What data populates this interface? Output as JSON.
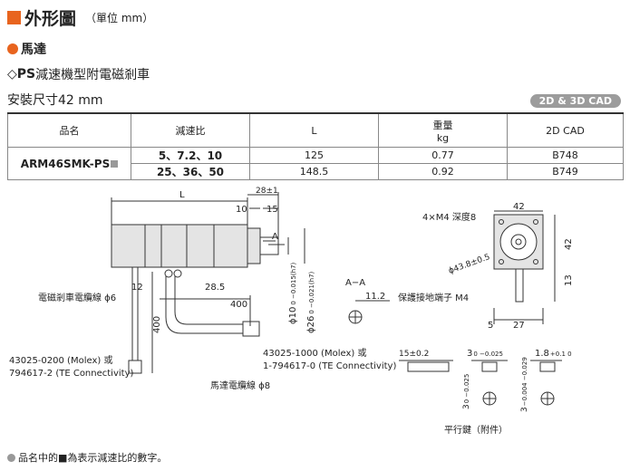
{
  "header": {
    "title": "外形圖",
    "unit": "（單位 mm）",
    "section": "馬達",
    "subsection_prefix": "◇",
    "subsection_bold": "PS",
    "subsection_rest": "減速機型附電磁剎車",
    "size": "安裝尺寸42 mm",
    "cad_badge": "2D & 3D CAD"
  },
  "table": {
    "headers": [
      "品名",
      "減速比",
      "L",
      "重量",
      "kg",
      "2D CAD"
    ],
    "product": "ARM46SMK-PS",
    "rows": [
      {
        "ratio": "5、7.2、10",
        "L": "125",
        "kg": "0.77",
        "cad": "B748"
      },
      {
        "ratio": "25、36、50",
        "L": "148.5",
        "kg": "0.92",
        "cad": "B749"
      }
    ]
  },
  "drawing": {
    "dim_L": "L",
    "dim_28": "28±1",
    "dim_10": "10",
    "dim_15": "15",
    "label_A": "A",
    "dim_12": "12",
    "dim_28_5": "28.5",
    "dim_400a": "400",
    "dim_400b": "400",
    "dia10": "ϕ10",
    "dia10_tol": "0 −0.015(h7)",
    "dia26": "ϕ26",
    "dia26_tol": "0 −0.021(h7)",
    "brake_cable": "電磁剎車電纜線 ϕ6",
    "conn_1a": "43025-0200 (Molex) 或",
    "conn_1b": "794617-2 (TE Connectivity)",
    "conn_2a": "43025-1000 (Molex) 或",
    "conn_2b": "1-794617-0 (TE Connectivity)",
    "motor_cable": "馬達電纜線 ϕ8",
    "section_AA": "A−A",
    "dim_11_2": "11.2",
    "dim_42a": "42",
    "dim_42b": "42",
    "tap": "4×M4 深度8",
    "pcd": "ϕ43.8±0.5",
    "ground": "保護接地端子 M4",
    "dim_13": "13",
    "dim_5": "5",
    "dim_27": "27",
    "key_15": "15±0.2",
    "key_3a": "3",
    "key_3a_tol": "0 −0.025",
    "key_1_8": "1.8",
    "key_1_8_tol": "+0.1 0",
    "key_3b": "3",
    "key_3b_tol": "0 −0.025",
    "key_3c": "3",
    "key_3c_tol": "−0.004 −0.029",
    "key_caption": "平行鍵（附件）"
  },
  "footnote": "品名中的■為表示減速比的數字。"
}
